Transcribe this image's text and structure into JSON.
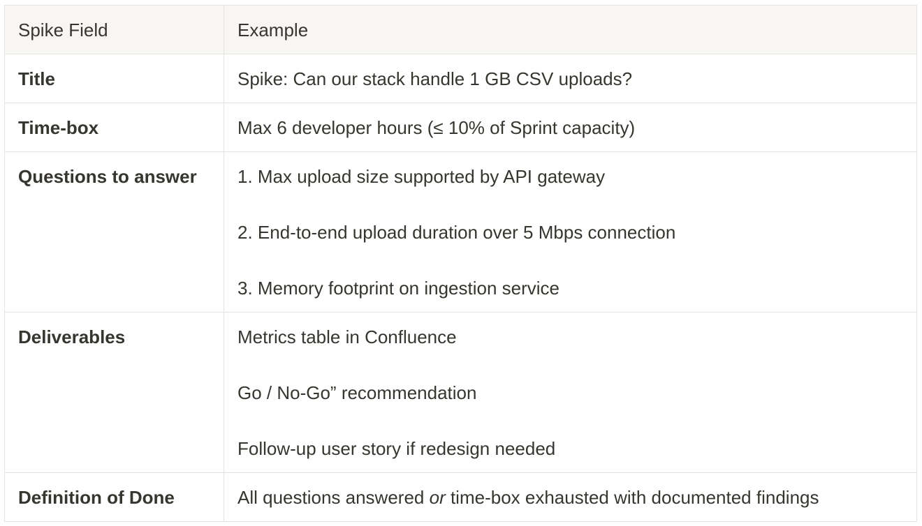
{
  "table": {
    "headers": {
      "field": "Spike Field",
      "example": "Example"
    },
    "rows": {
      "title": {
        "field": "Title",
        "value": "Spike: Can our stack handle 1 GB CSV uploads?"
      },
      "timebox": {
        "field": "Time-box",
        "value": "Max 6 developer hours (≤ 10% of Sprint capacity)"
      },
      "questions": {
        "field": "Questions to answer",
        "items": [
          "1. Max upload size supported by API gateway",
          "2. End-to-end upload duration over 5 Mbps connection",
          "3. Memory footprint on ingestion service"
        ]
      },
      "deliverables": {
        "field": "Deliverables",
        "items": [
          "Metrics table in Confluence",
          "Go / No-Go” recommendation",
          "Follow-up user story if redesign needed"
        ]
      },
      "dod": {
        "field": "Definition of Done",
        "value_before": "All questions answered ",
        "value_emphasis": "or",
        "value_after": " time-box exhausted with documented findings"
      }
    }
  }
}
